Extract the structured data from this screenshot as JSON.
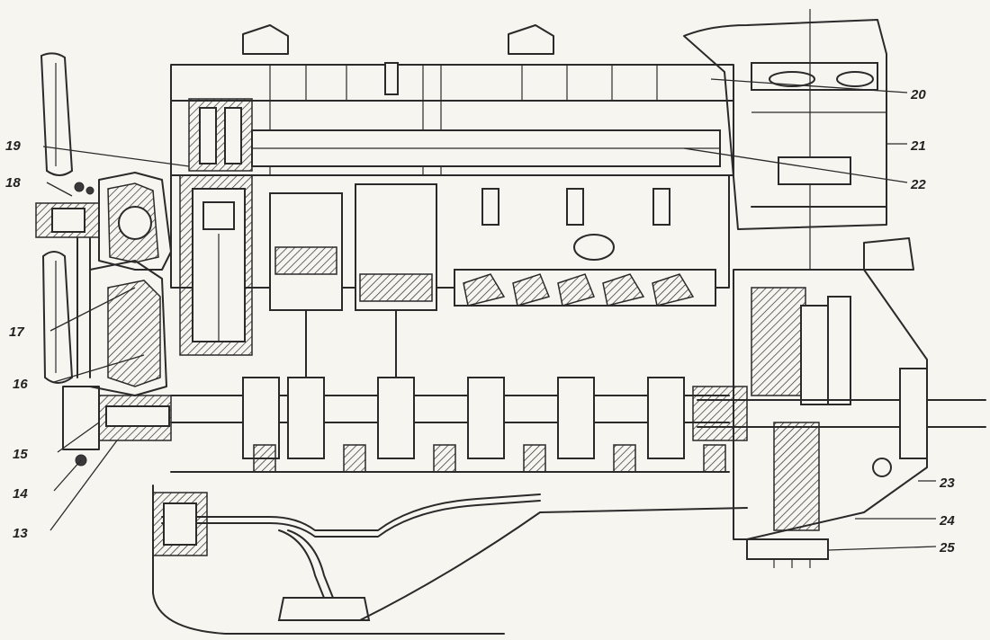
{
  "diagram": {
    "callouts": [
      {
        "id": "13",
        "label": "13"
      },
      {
        "id": "14",
        "label": "14"
      },
      {
        "id": "15",
        "label": "15"
      },
      {
        "id": "16",
        "label": "16"
      },
      {
        "id": "17",
        "label": "17"
      },
      {
        "id": "18",
        "label": "18"
      },
      {
        "id": "19",
        "label": "19"
      },
      {
        "id": "20",
        "label": "20"
      },
      {
        "id": "21",
        "label": "21"
      },
      {
        "id": "22",
        "label": "22"
      },
      {
        "id": "23",
        "label": "23"
      },
      {
        "id": "24",
        "label": "24"
      },
      {
        "id": "25",
        "label": "25"
      }
    ]
  }
}
